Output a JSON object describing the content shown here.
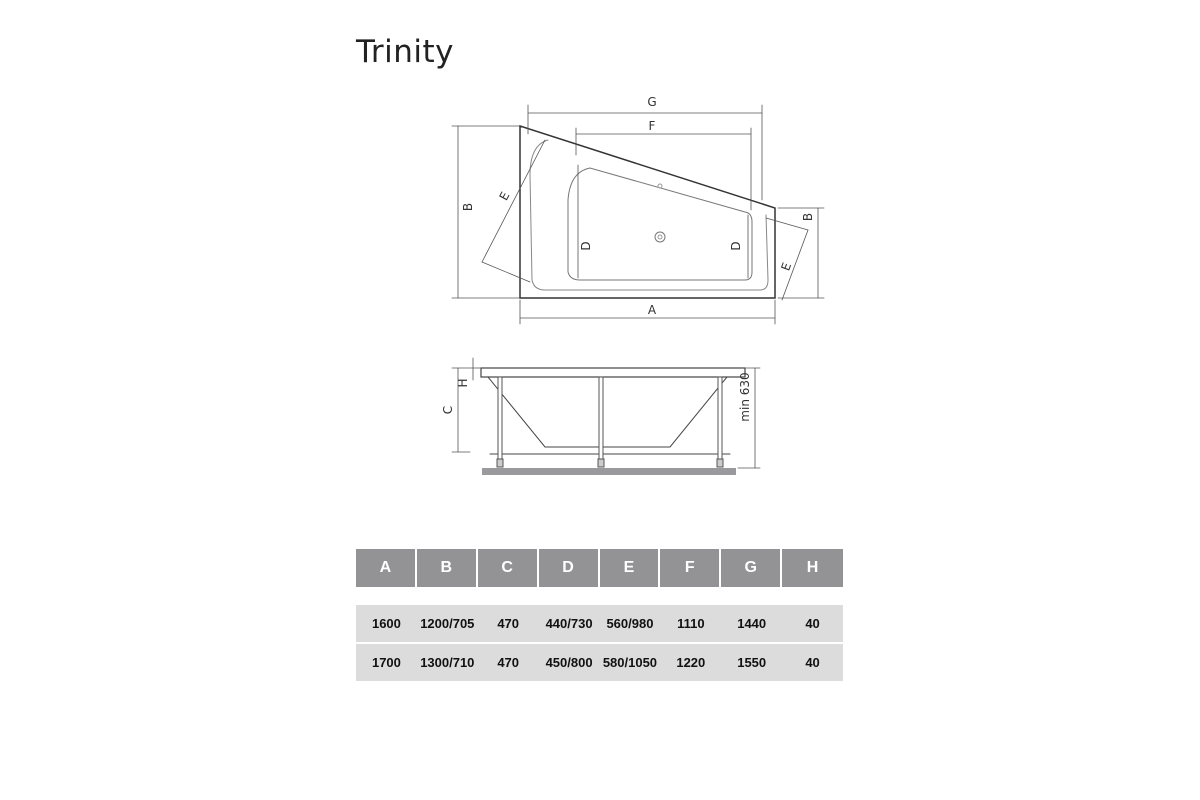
{
  "title": "Trinity",
  "drawing": {
    "top_view_labels": {
      "G": "G",
      "F": "F",
      "B_left": "B",
      "B_right": "B",
      "E_left": "E",
      "E_right": "E",
      "D_left": "D",
      "D_right": "D",
      "A": "A"
    },
    "side_view_labels": {
      "H": "H",
      "C": "C",
      "min_height": "min 630"
    }
  },
  "table": {
    "headers": [
      "A",
      "B",
      "C",
      "D",
      "E",
      "F",
      "G",
      "H"
    ],
    "rows": [
      [
        "1600",
        "1200/705",
        "470",
        "440/730",
        "560/980",
        "1110",
        "1440",
        "40"
      ],
      [
        "1700",
        "1300/710",
        "470",
        "450/800",
        "580/1050",
        "1220",
        "1550",
        "40"
      ]
    ]
  }
}
